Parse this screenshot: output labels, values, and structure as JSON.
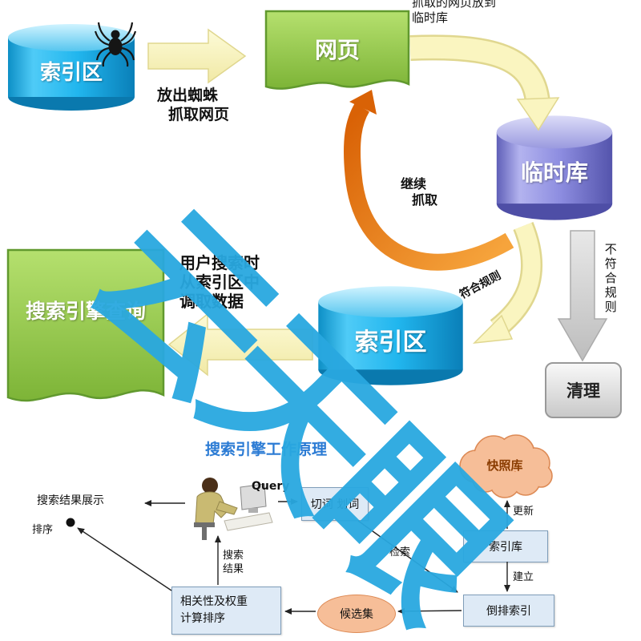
{
  "watermark": {
    "text": "云天眼"
  },
  "top": {
    "index_db": "索引区",
    "crawl_note": [
      "放出蜘蛛",
      "抓取网页"
    ],
    "webpage": "网页",
    "to_temp_note": [
      "抓取的网页放到",
      "临时库"
    ],
    "temp_db": "临时库",
    "recrawl_note": [
      "继续",
      "抓取"
    ],
    "match_rule": "符合规则",
    "not_match_rule": "不符合规则",
    "clean": "清理",
    "index_db2": "索引区",
    "query_note": [
      "用户搜索时",
      "从索引区中",
      "调取数据"
    ],
    "search_query": "搜索引擎查询"
  },
  "bottom": {
    "title": "搜索引擎工作原理",
    "query": "Query",
    "segmentation": "切词 划词",
    "snapshot": "快照库",
    "update_label": "更新",
    "index_store": "索引库",
    "build_label": "建立",
    "inverted_index": "倒排索引",
    "retrieve_label": "检索",
    "candidate_set": "候选集",
    "ranking": [
      "相关性及权重",
      "计算排序"
    ],
    "result_note": [
      "搜索",
      "结果"
    ],
    "display_note": [
      "搜索结果展示",
      "排序"
    ]
  },
  "colors": {
    "cylinder_blue": "#21B6EE",
    "cylinder_purple": "#8D8DE0",
    "doc_green": "#8DC63F",
    "arrow_cream": "#FAF5C0",
    "arrow_orange": "#E8730A",
    "watermark_blue": "#29A8E0",
    "box_blue": "#DEEAF6",
    "cloud_orange": "#F6BE98"
  }
}
